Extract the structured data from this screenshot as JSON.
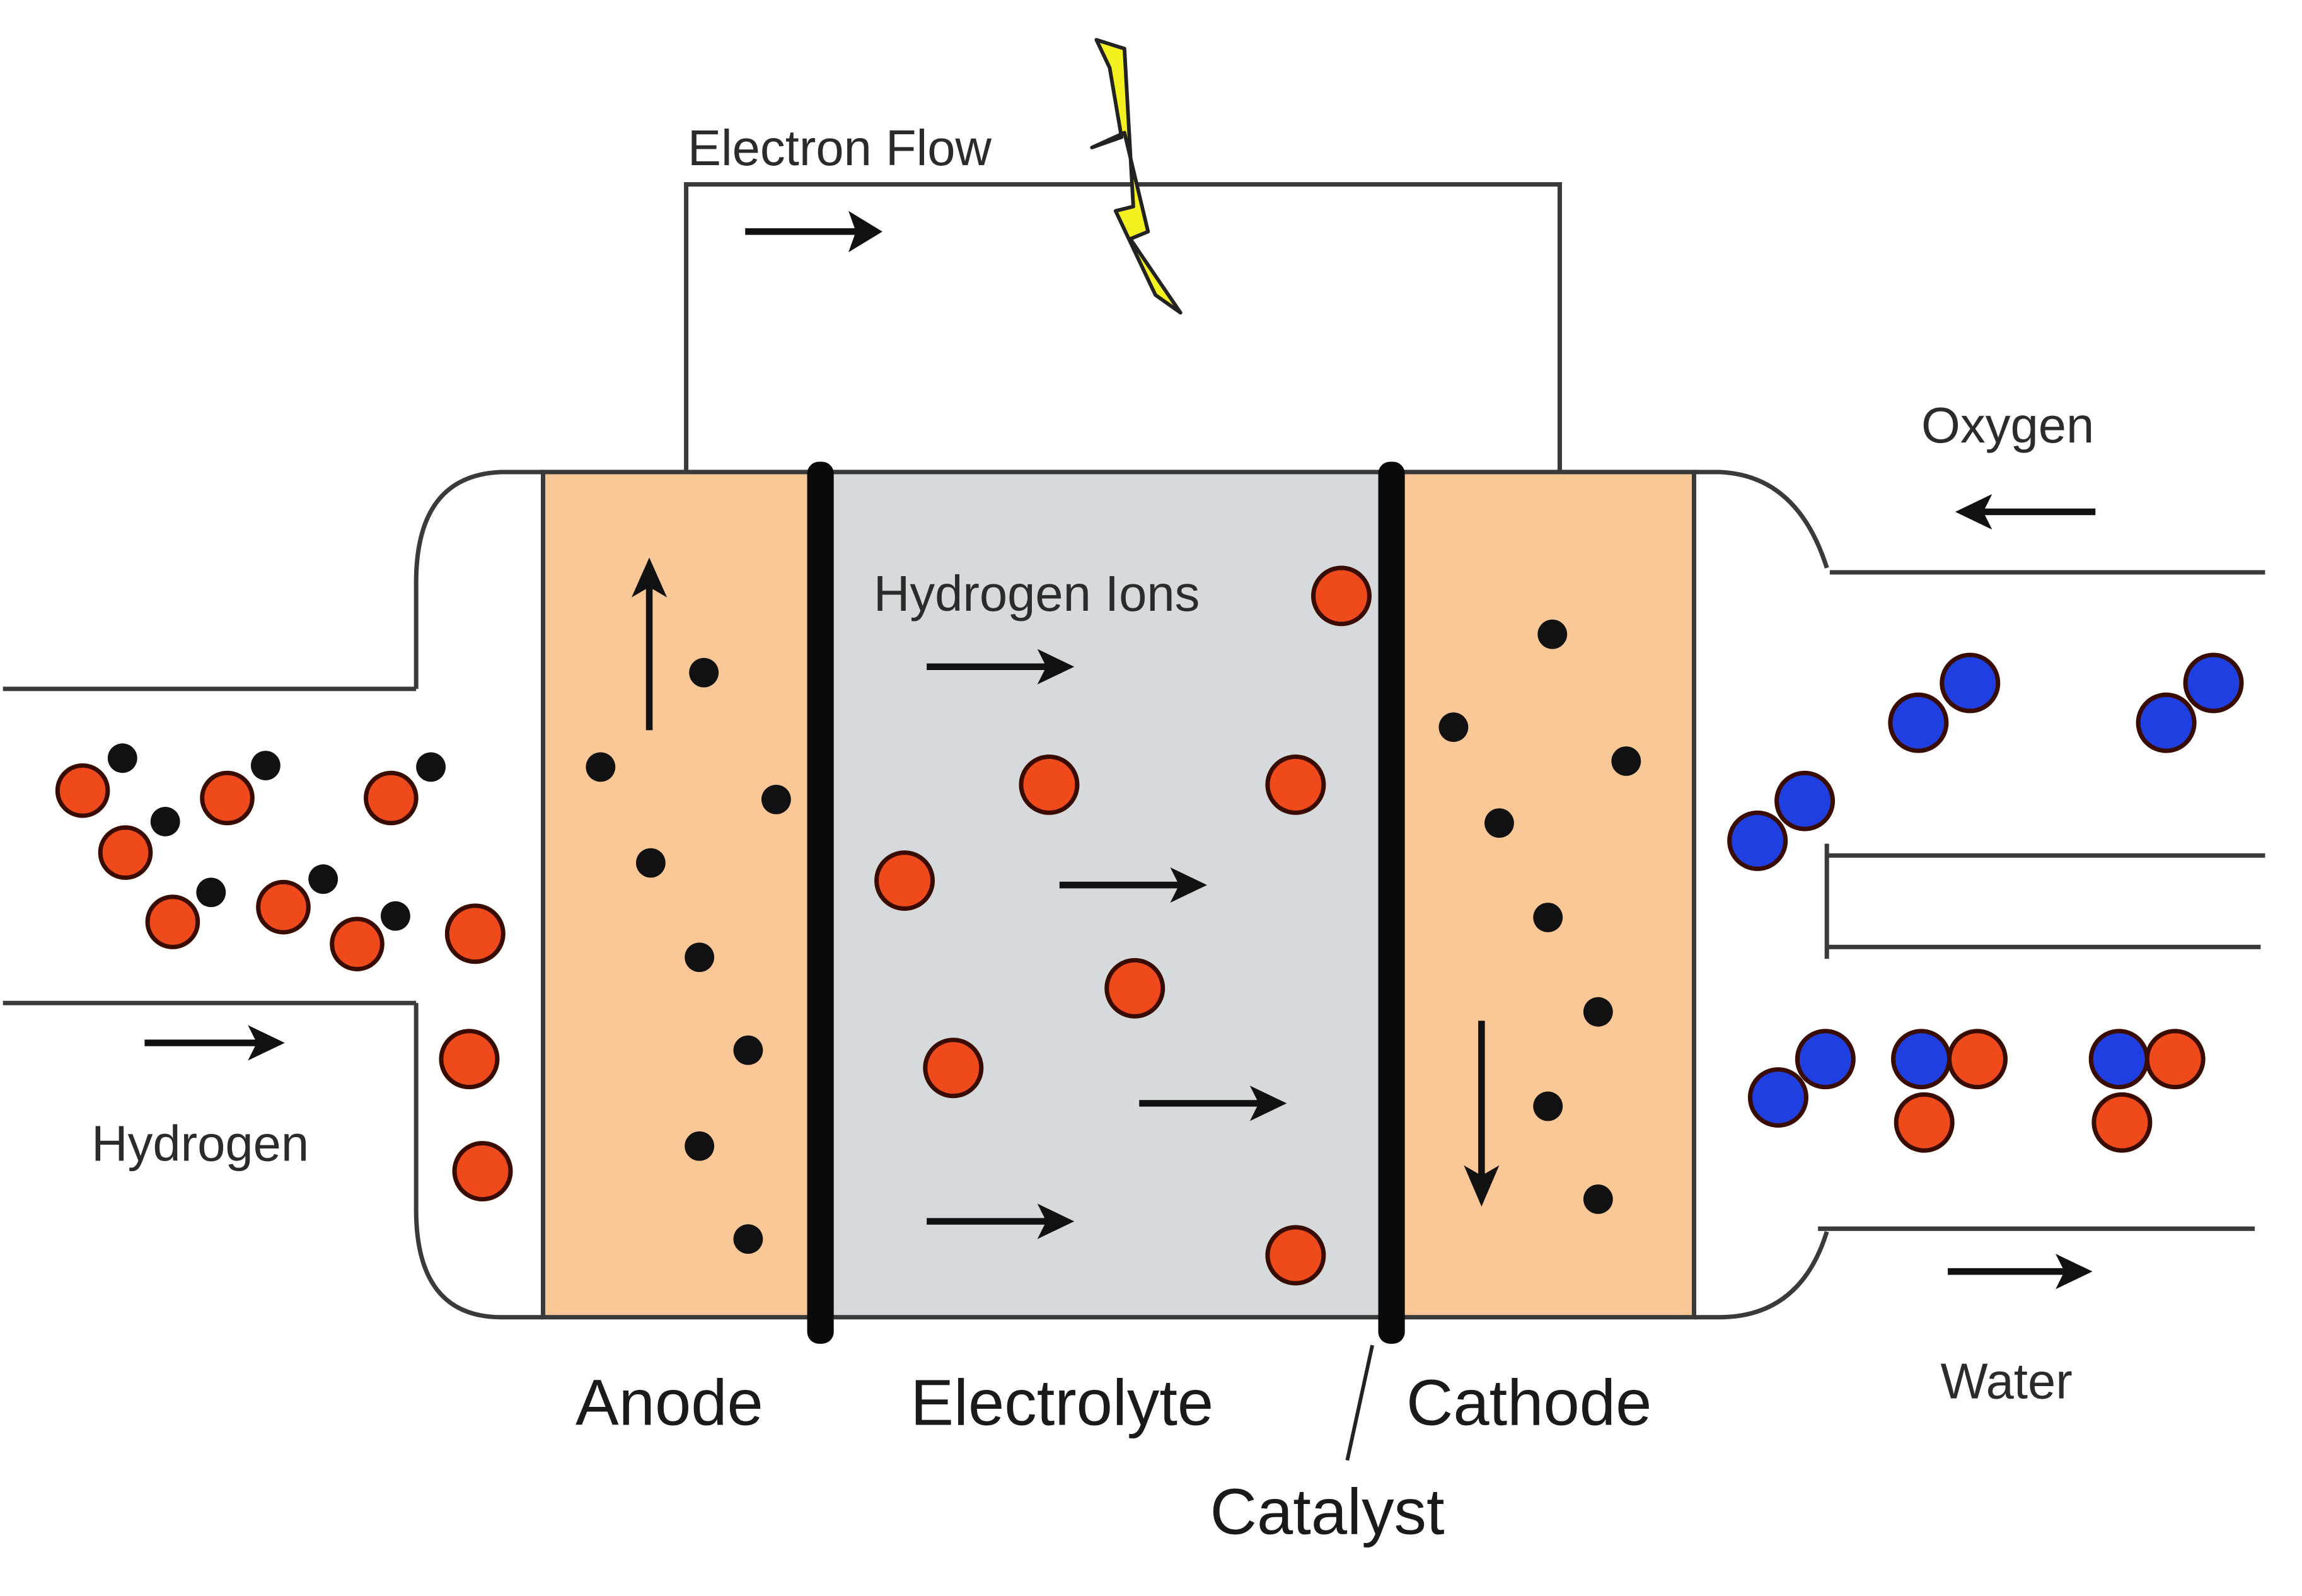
{
  "diagram": {
    "title": "Fuel Cell",
    "labels": {
      "electron_flow": "Electron Flow",
      "hydrogen_ions": "Hydrogen Ions",
      "hydrogen": "Hydrogen",
      "oxygen": "Oxygen",
      "water": "Water",
      "anode": "Anode",
      "electrolyte": "Electrolyte",
      "cathode": "Cathode",
      "catalyst": "Catalyst"
    },
    "colors": {
      "electrode_fill": "#f9c896",
      "electrolyte_fill": "#d6dadd",
      "hydrogen_atom": "#ef4a1c",
      "oxygen_atom": "#1f3fe0",
      "electron": "#111111",
      "bolt_fill": "#f5f020",
      "outline": "#3a3a3a"
    },
    "components": [
      "anode",
      "electrolyte",
      "cathode",
      "catalyst",
      "external-circuit",
      "lightning-bolt"
    ]
  }
}
